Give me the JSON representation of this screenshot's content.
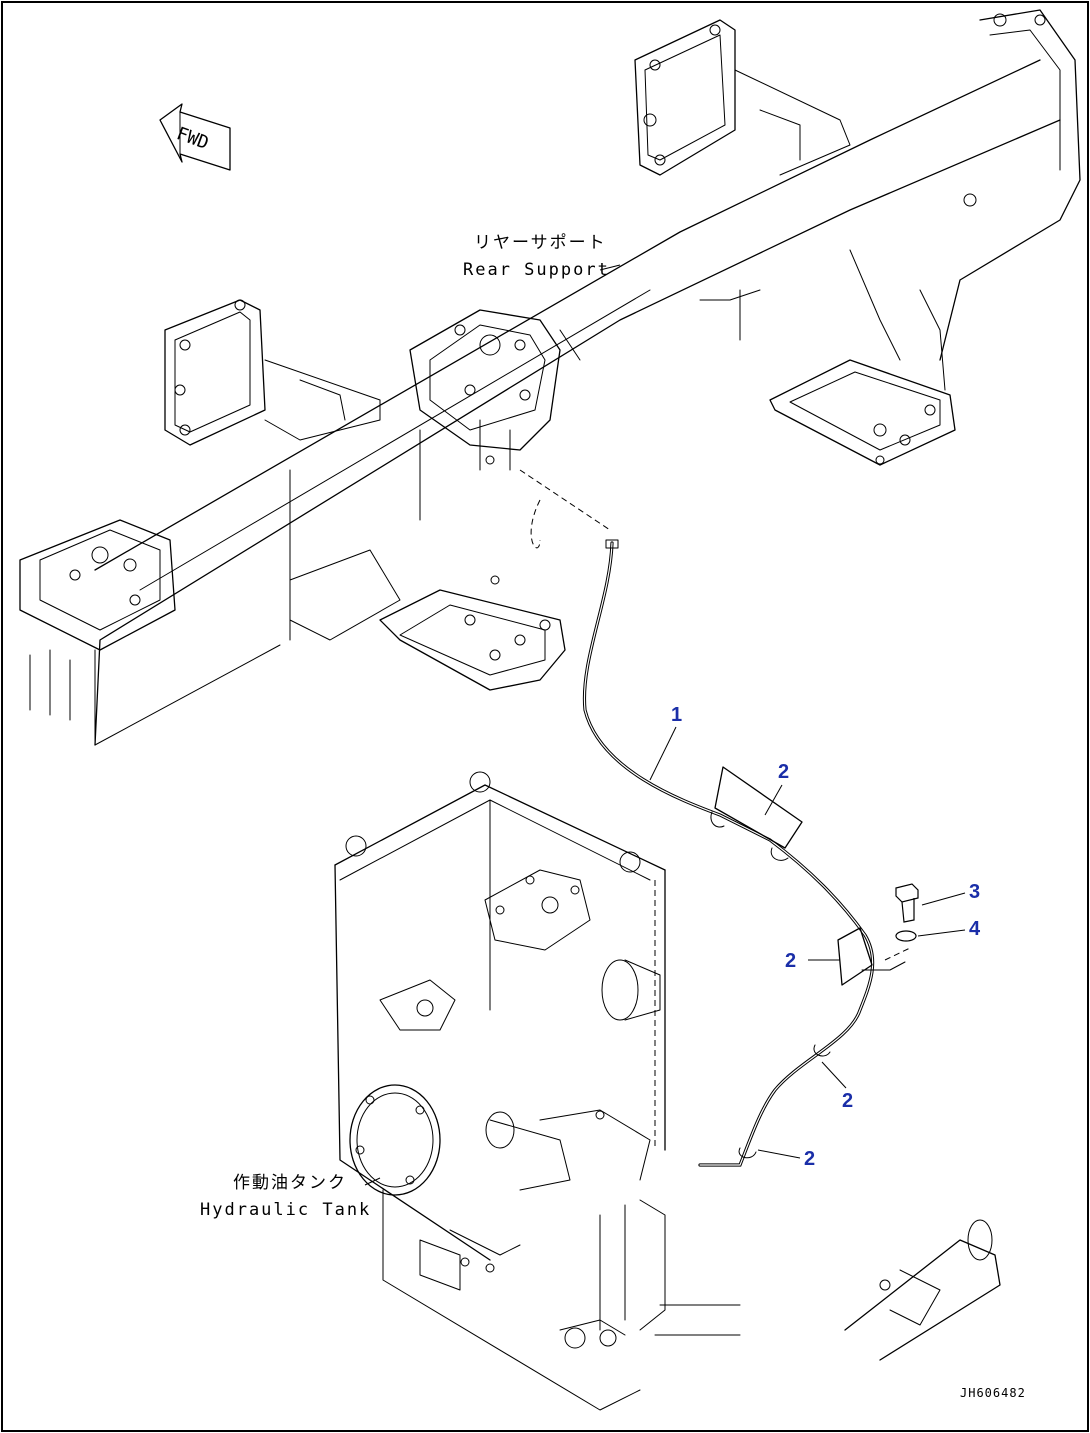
{
  "labels": {
    "rear_support_jp": "リヤーサポート",
    "rear_support_en": "Rear Support",
    "hydraulic_tank_jp": "作動油タンク",
    "hydraulic_tank_en": "Hydraulic Tank",
    "fwd": "FWD",
    "drawing_code": "JH606482"
  },
  "callouts": [
    {
      "id": "c1",
      "number": "1"
    },
    {
      "id": "c2a",
      "number": "2"
    },
    {
      "id": "c2b",
      "number": "2"
    },
    {
      "id": "c2c",
      "number": "2"
    },
    {
      "id": "c2d",
      "number": "2"
    },
    {
      "id": "c3",
      "number": "3"
    },
    {
      "id": "c4",
      "number": "4"
    }
  ],
  "colors": {
    "line": "#000000",
    "callout": "#1a2ea8",
    "background": "#ffffff"
  }
}
